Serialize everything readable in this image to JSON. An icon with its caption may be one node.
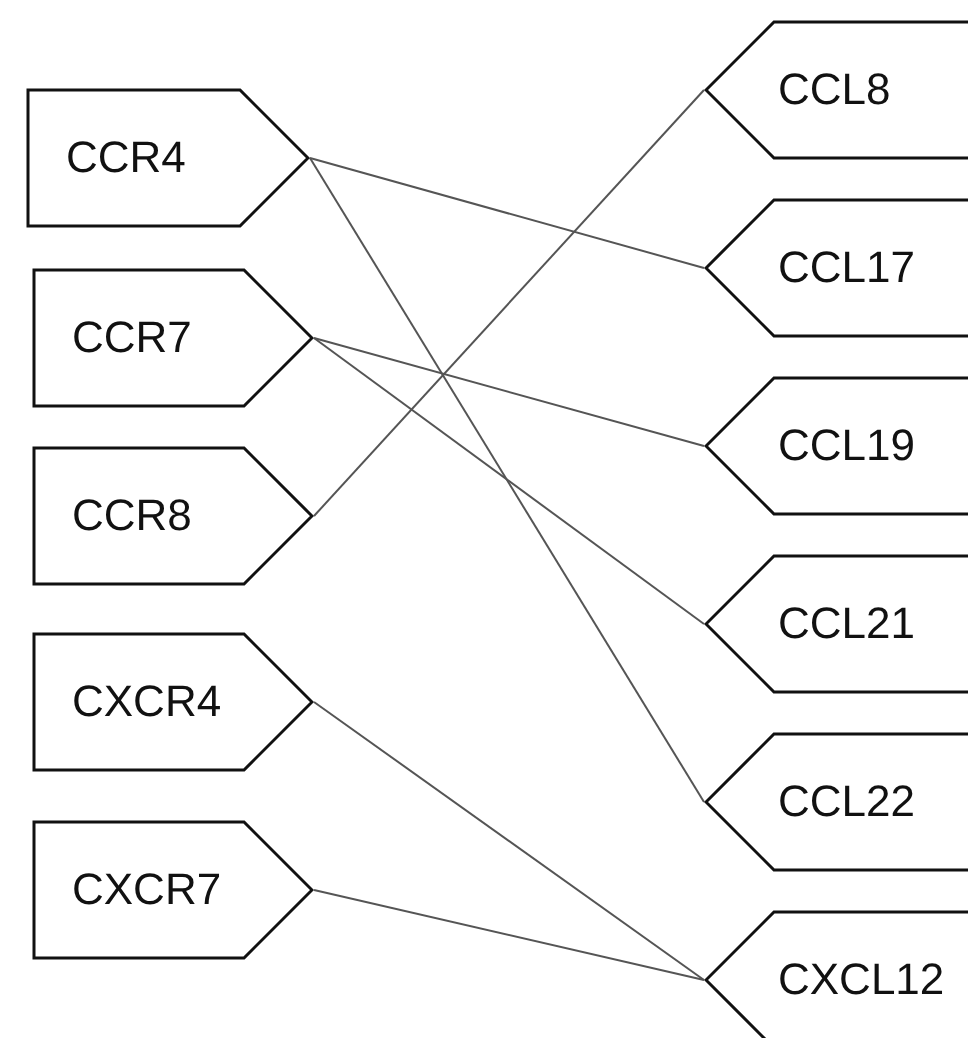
{
  "diagram": {
    "nodes": [
      {
        "text": [
          "CCR4"
        ]
      },
      {
        "text": [
          "CCR7"
        ]
      },
      {
        "text": [
          "CCR8"
        ]
      },
      {
        "text": [
          "CXCR4"
        ]
      },
      {
        "text": [
          "CXCR7"
        ]
      },
      {
        "text": [
          "CCL8"
        ]
      },
      {
        "text": [
          "CCL17"
        ]
      },
      {
        "text": [
          "CCL19"
        ]
      },
      {
        "text": [
          "CCL21"
        ]
      },
      {
        "text": [
          "CCL22"
        ]
      },
      {
        "text": [
          "CXCL12"
        ]
      }
    ],
    "edges": [
      {
        "from": 0,
        "to": 6,
        "arrow": "none"
      },
      {
        "from": 0,
        "to": 9,
        "arrow": "none"
      },
      {
        "from": 1,
        "to": 7,
        "arrow": "none"
      },
      {
        "from": 1,
        "to": 8,
        "arrow": "none"
      },
      {
        "from": 2,
        "to": 5,
        "arrow": "none"
      },
      {
        "from": 3,
        "to": 10,
        "arrow": "none"
      },
      {
        "from": 4,
        "to": 10,
        "arrow": "none"
      }
    ]
  }
}
